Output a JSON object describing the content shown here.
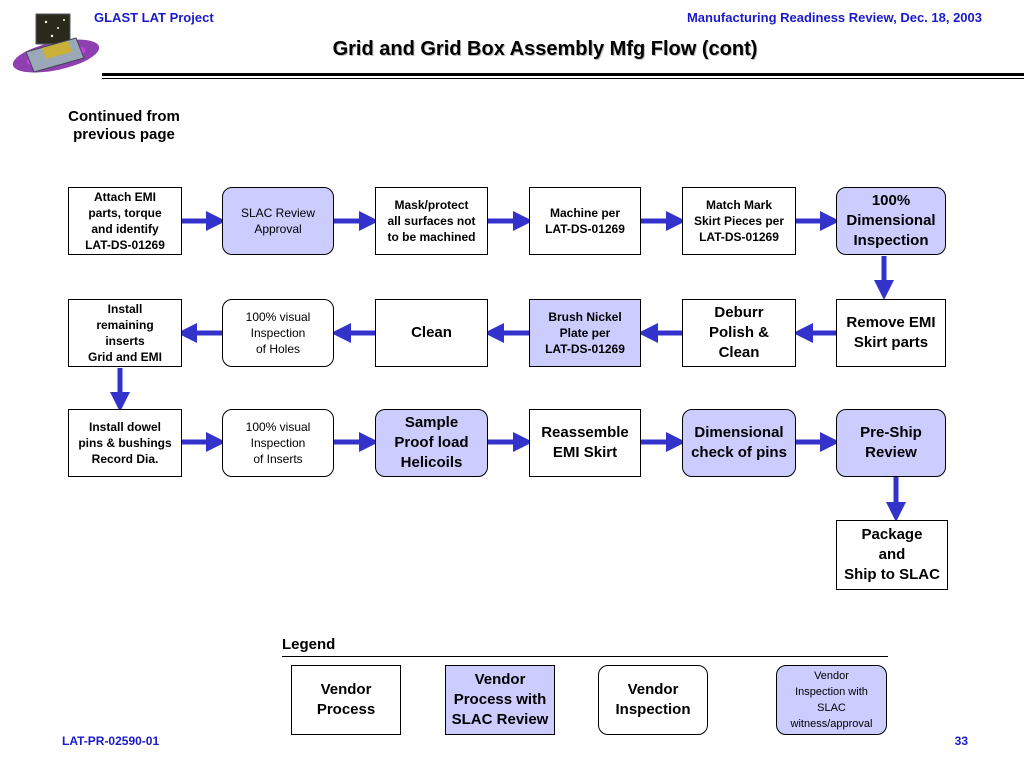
{
  "header": {
    "project": "GLAST LAT Project",
    "review": "Manufacturing Readiness Review, Dec. 18, 2003"
  },
  "title": "Grid and Grid Box Assembly Mfg Flow (cont)",
  "continued": [
    "Continued from",
    "previous page"
  ],
  "row1": [
    {
      "lines": [
        "Attach EMI",
        "parts, torque",
        "and identify",
        "LAT-DS-01269"
      ]
    },
    {
      "lines": [
        "SLAC Review",
        "Approval"
      ]
    },
    {
      "lines": [
        "Mask/protect",
        "all surfaces not",
        "to be machined"
      ]
    },
    {
      "lines": [
        "Machine per",
        "LAT-DS-01269"
      ]
    },
    {
      "lines": [
        "Match Mark",
        "Skirt Pieces per",
        "LAT-DS-01269"
      ]
    },
    {
      "lines": [
        "100%",
        "Dimensional",
        "Inspection"
      ]
    }
  ],
  "row2": [
    {
      "lines": [
        "Install",
        "remaining",
        "inserts",
        "Grid and EMI"
      ]
    },
    {
      "lines": [
        "100% visual",
        "Inspection",
        "of Holes"
      ]
    },
    {
      "lines": [
        "Clean"
      ]
    },
    {
      "lines": [
        "Brush Nickel",
        "Plate per",
        "LAT-DS-01269"
      ]
    },
    {
      "lines": [
        "Deburr",
        "Polish &",
        "Clean"
      ]
    },
    {
      "lines": [
        "Remove EMI",
        "Skirt parts"
      ]
    }
  ],
  "row3": [
    {
      "lines": [
        "Install dowel",
        "pins & bushings",
        "Record Dia."
      ]
    },
    {
      "lines": [
        "100% visual",
        "Inspection",
        "of Inserts"
      ]
    },
    {
      "lines": [
        "Sample",
        "Proof load",
        "Helicoils"
      ]
    },
    {
      "lines": [
        "Reassemble",
        "EMI Skirt"
      ]
    },
    {
      "lines": [
        "Dimensional",
        "check of pins"
      ]
    },
    {
      "lines": [
        "Pre-Ship",
        "Review"
      ]
    }
  ],
  "final": {
    "lines": [
      "Package",
      "and",
      "Ship to SLAC"
    ]
  },
  "legend": {
    "title": "Legend",
    "items": [
      {
        "lines": [
          "Vendor",
          "Process"
        ]
      },
      {
        "lines": [
          "Vendor",
          "Process with",
          "SLAC Review"
        ]
      },
      {
        "lines": [
          "Vendor",
          "Inspection"
        ]
      },
      {
        "lines": [
          "Vendor",
          "Inspection with",
          "SLAC",
          "witness/approval"
        ]
      }
    ]
  },
  "footer": {
    "doc": "LAT-PR-02590-01",
    "page": "33"
  },
  "colors": {
    "header_text": "#1a1acc",
    "arrow": "#3333cc",
    "review_fill": "#ccccff"
  }
}
